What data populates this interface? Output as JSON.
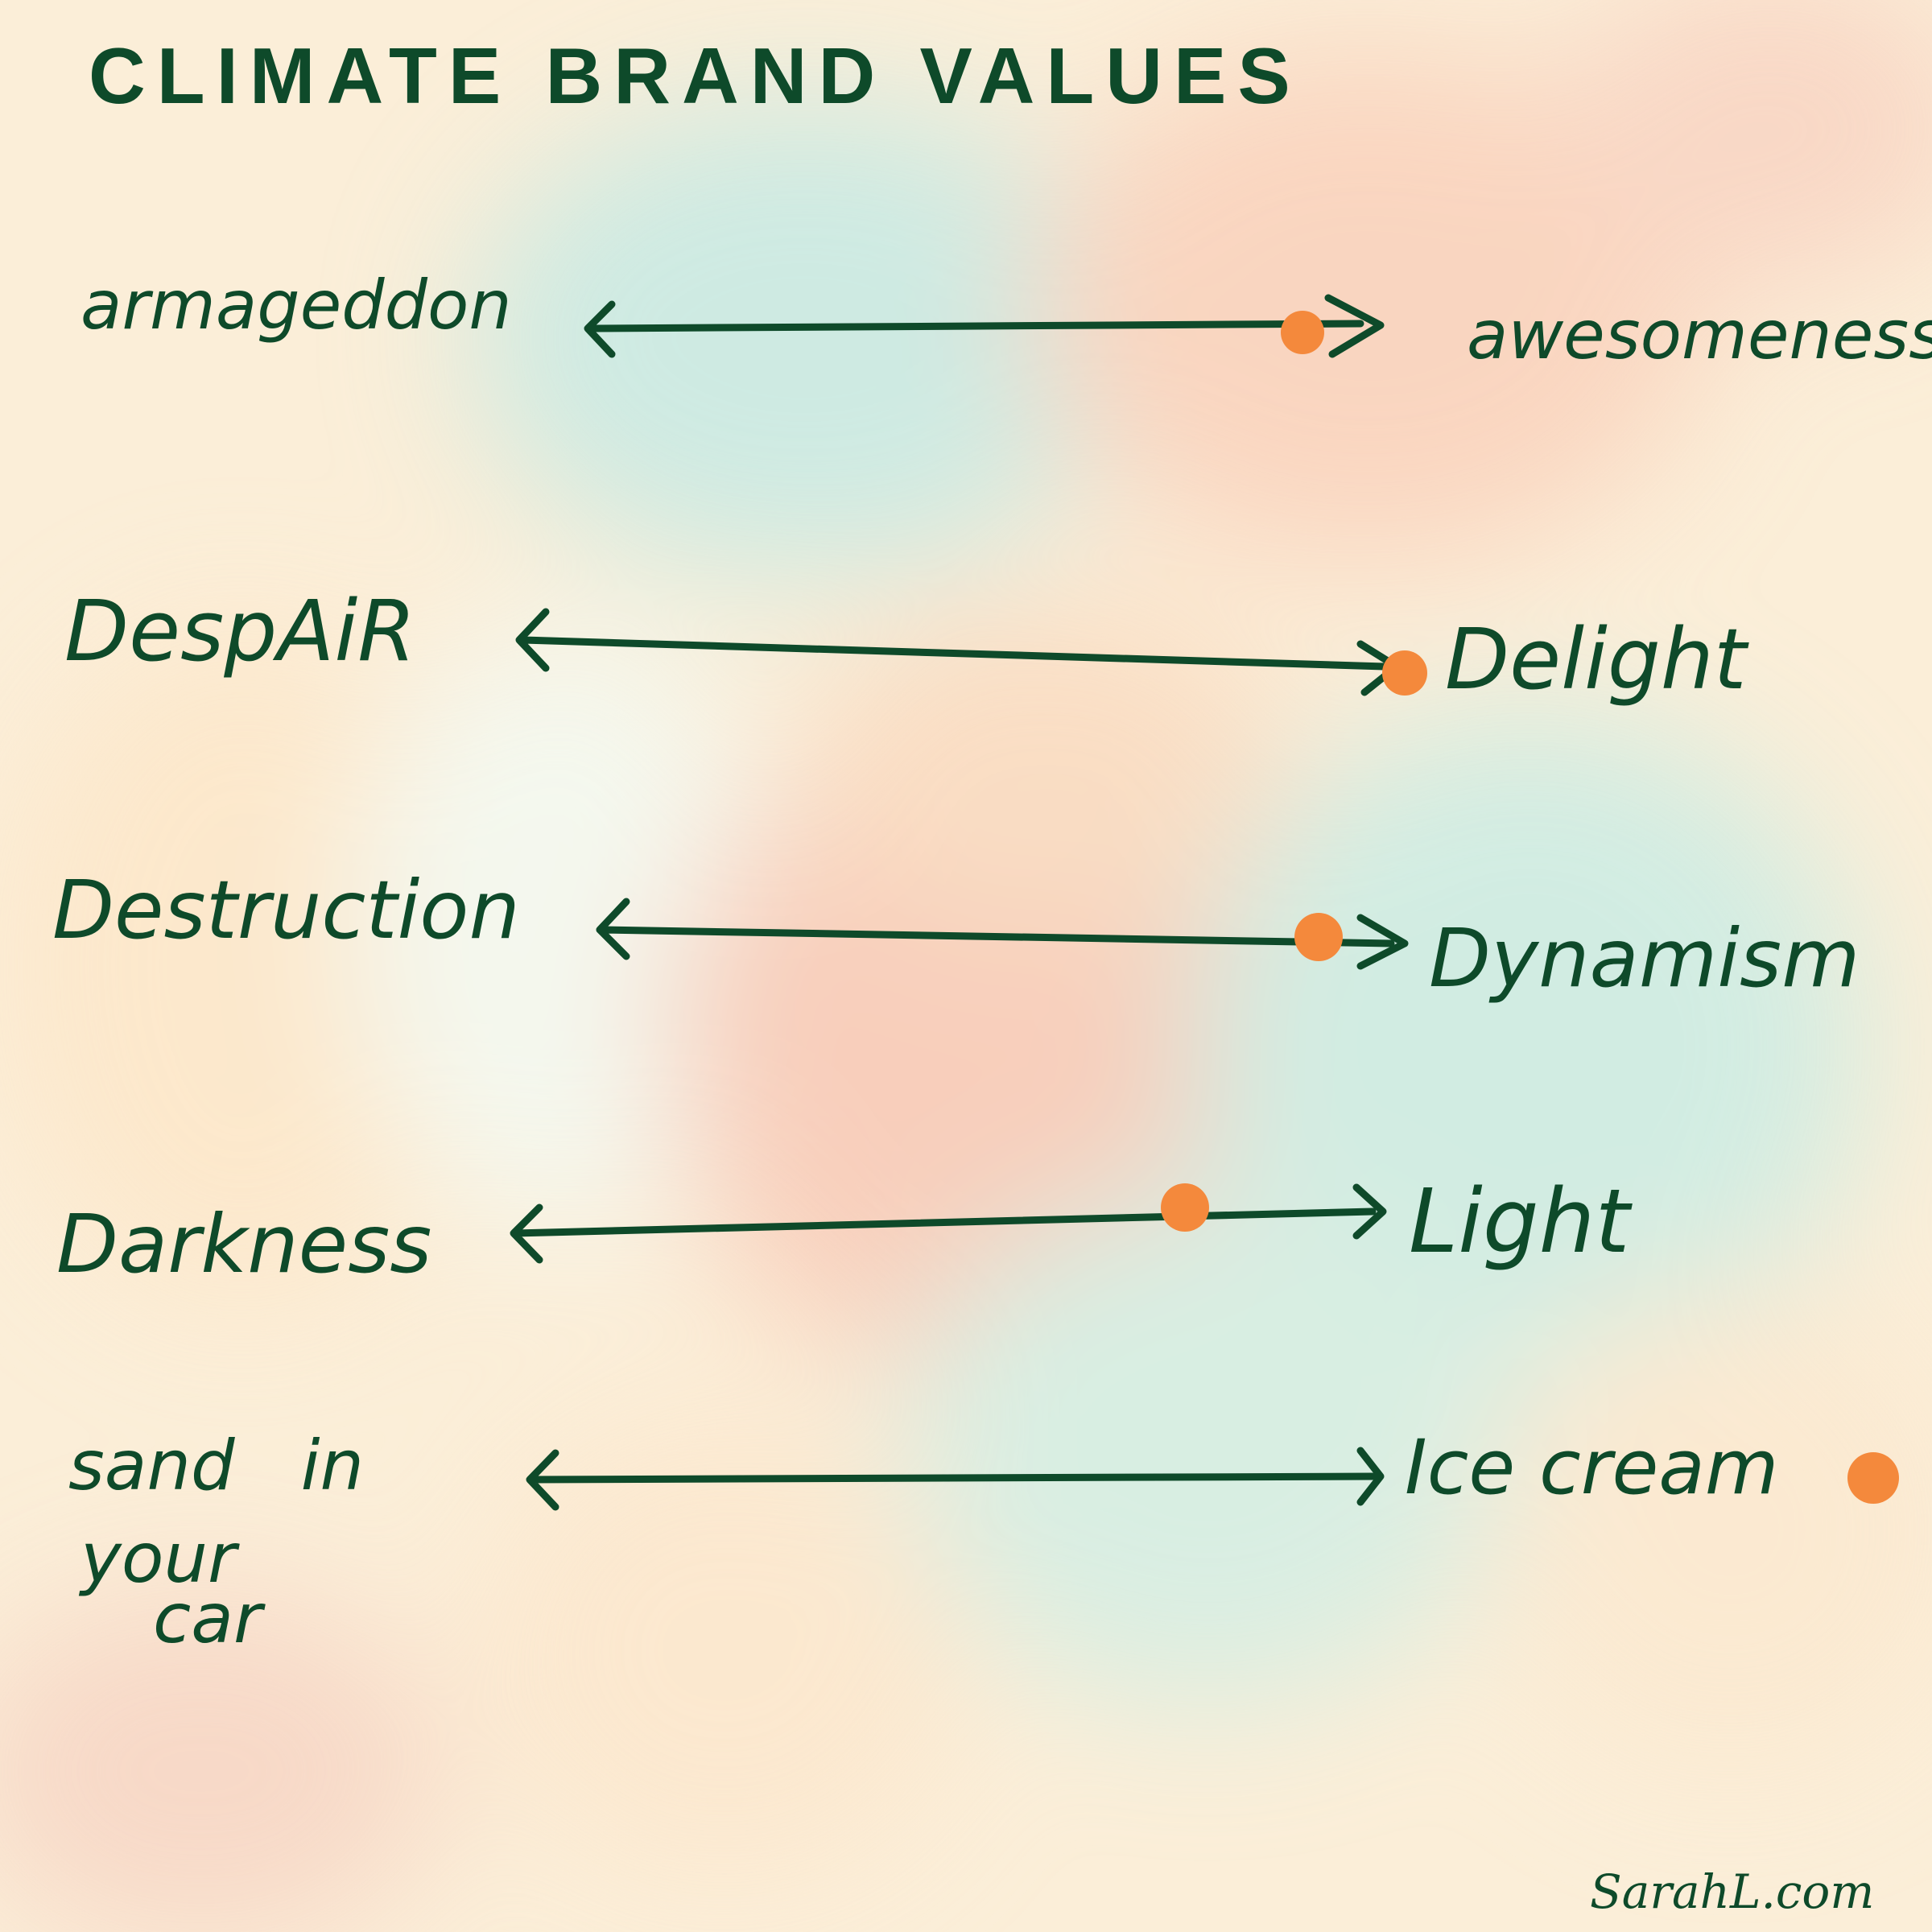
{
  "title": "CLIMATE BRAND VALUES",
  "credit": "SarahL.com",
  "colors": {
    "ink": "#0e4a2a",
    "marker": "#f4893c"
  },
  "scales": [
    {
      "left": "armageddon",
      "right": "awesomeness",
      "marker_position": 0.87
    },
    {
      "left": "DespAiR",
      "right": "Delight",
      "marker_position": 1.0
    },
    {
      "left": "Destruction",
      "right": "Dynamism",
      "marker_position": 0.87
    },
    {
      "left": "Darkness",
      "right": "Light",
      "marker_position": 0.78
    },
    {
      "left_lines": [
        "sand   in",
        "your",
        "car"
      ],
      "right": "Ice cream",
      "marker_position": 1.6
    }
  ]
}
